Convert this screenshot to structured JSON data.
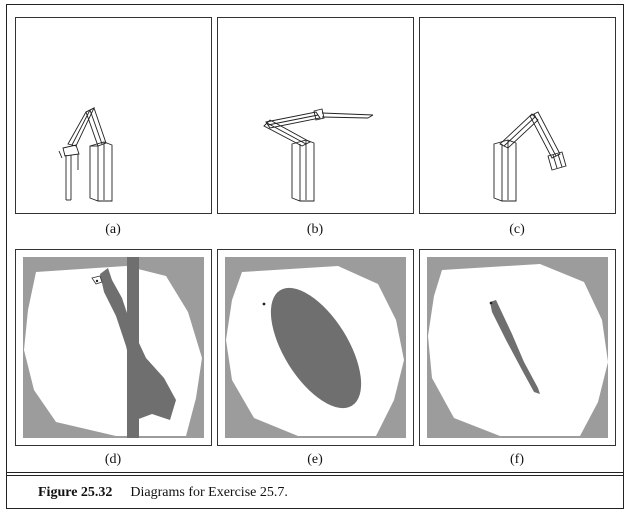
{
  "figure": {
    "panel_labels": [
      "(a)",
      "(b)",
      "(c)",
      "(d)",
      "(e)",
      "(f)"
    ],
    "caption_number": "Figure 25.32",
    "caption_text": "Diagrams for Exercise 25.7."
  }
}
